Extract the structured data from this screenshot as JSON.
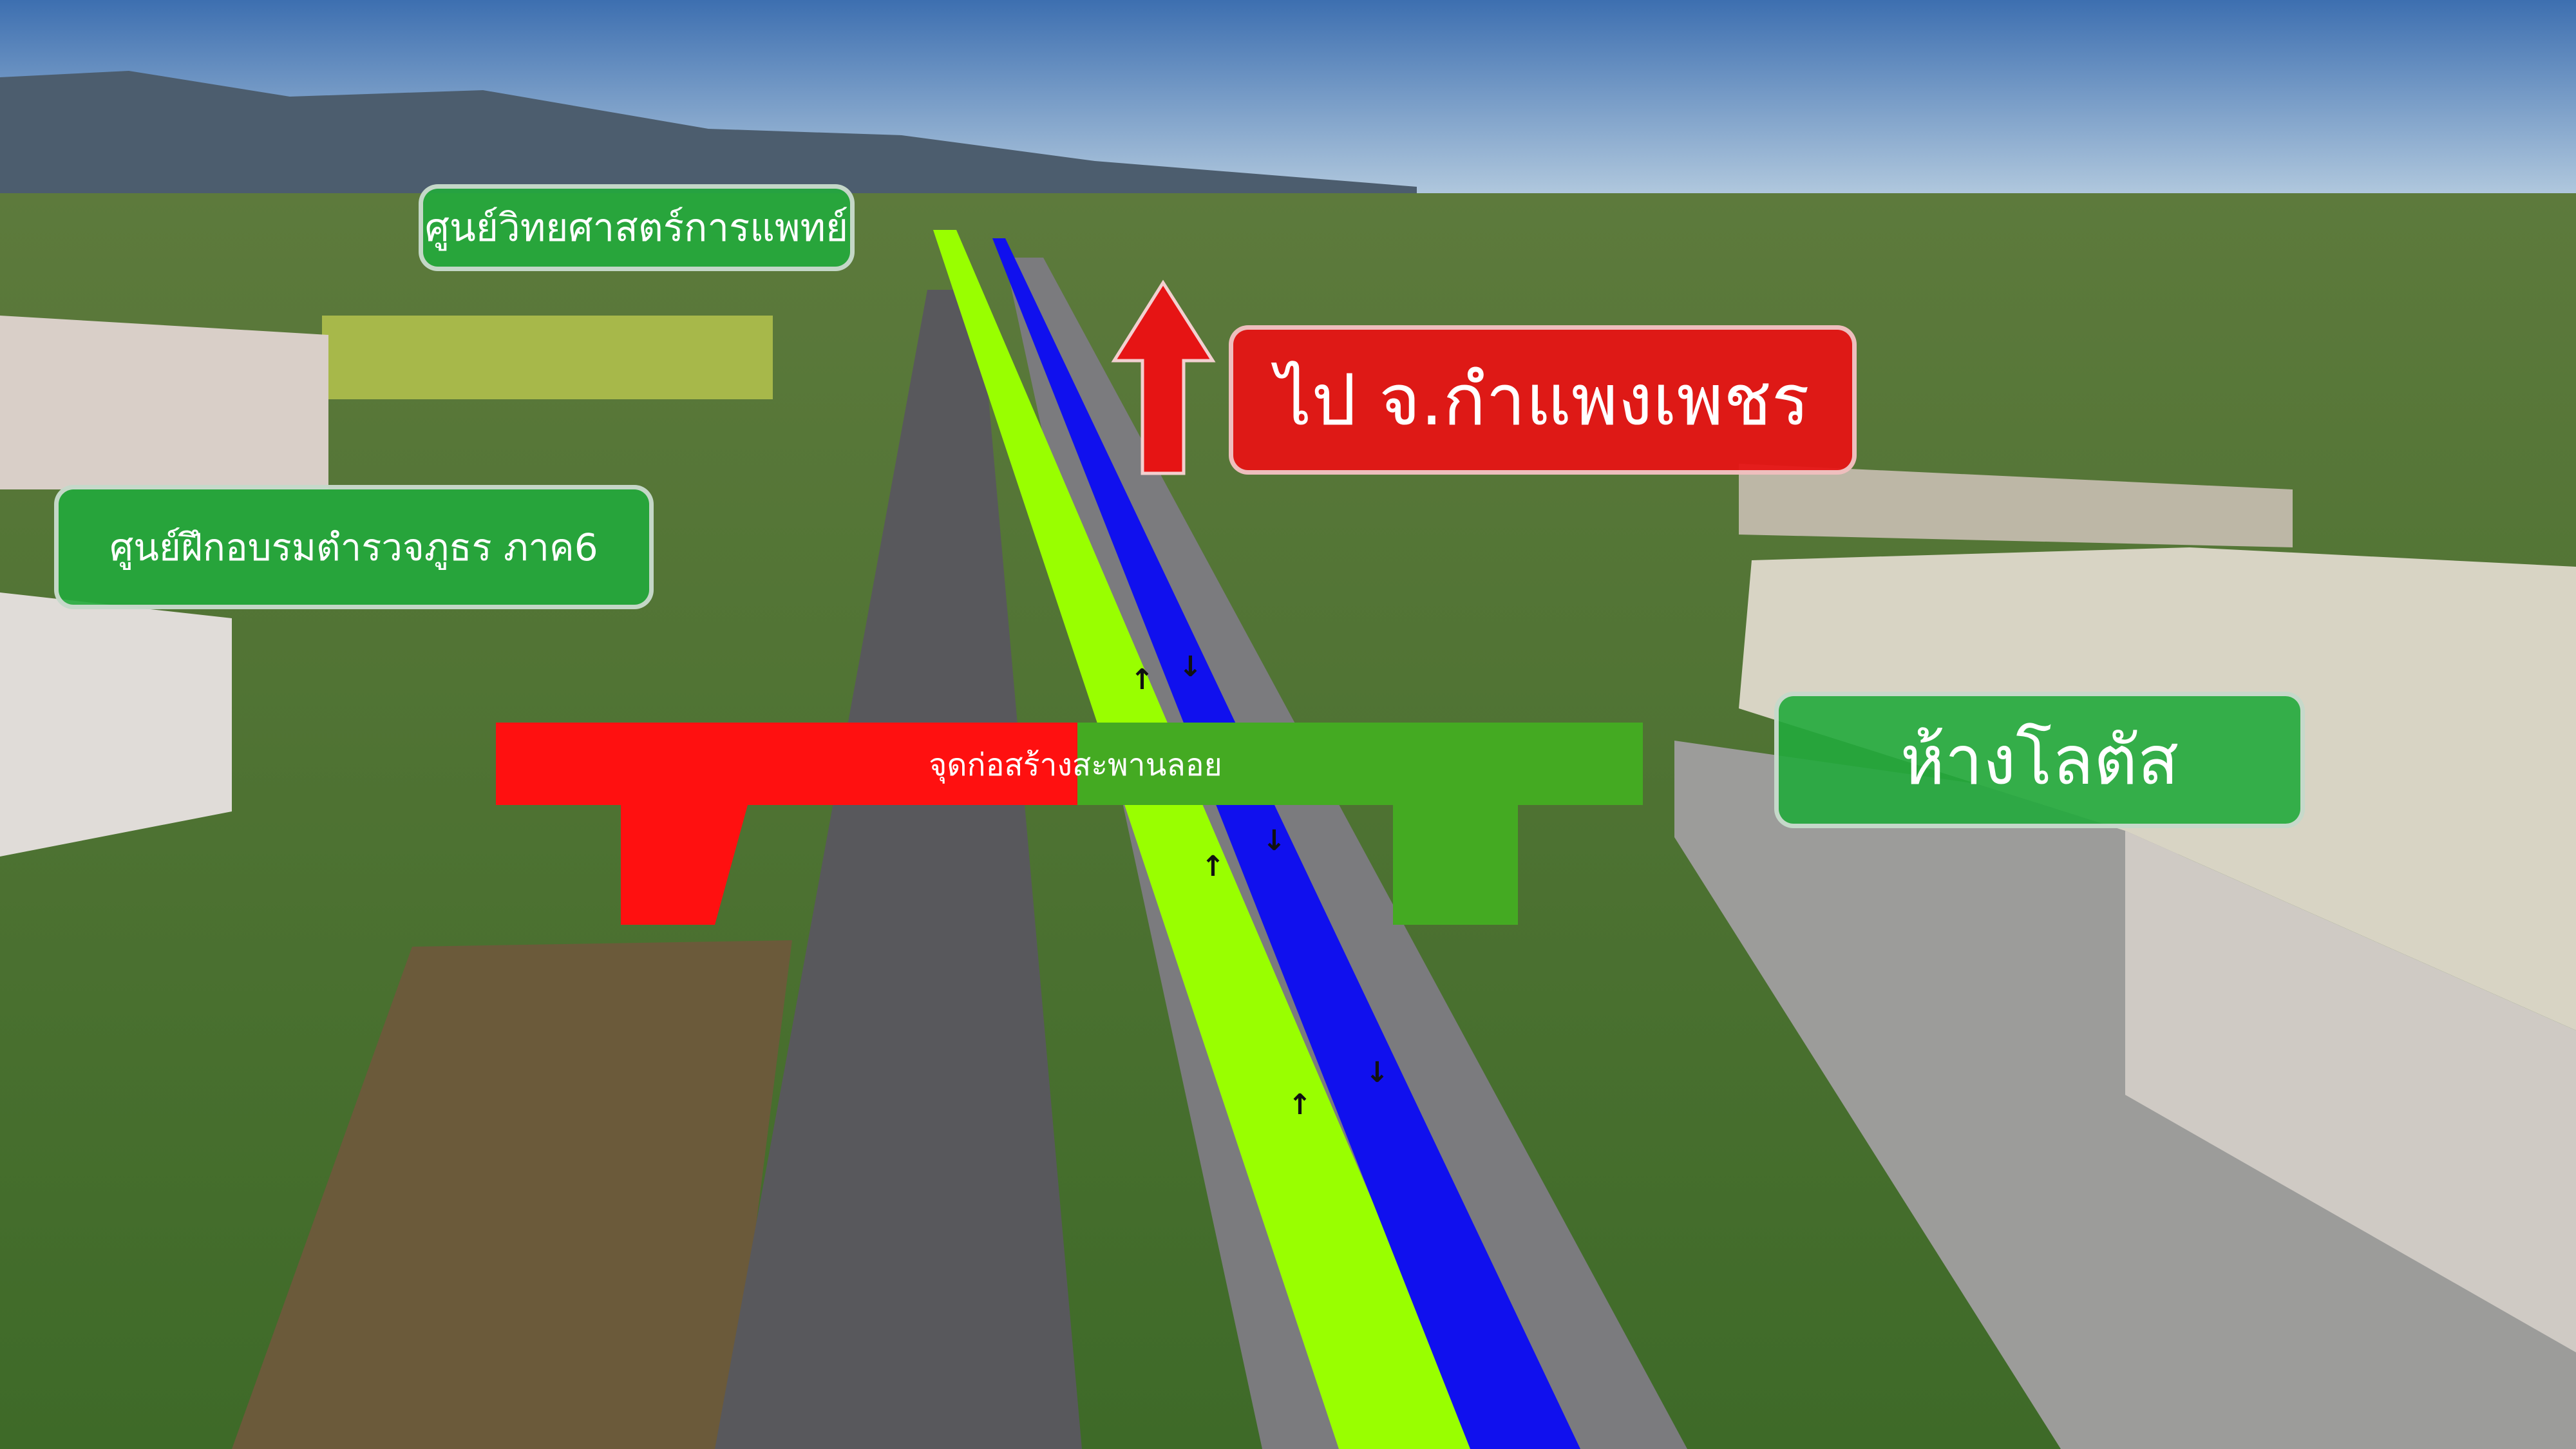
{
  "labels": {
    "science_center": "ศูนย์วิทยศาสตร์การแพทย์",
    "police_training": "ศูนย์ฝึกอบรมตำรวจภูธร ภาค6",
    "to_kamphaeng_phet": "ไป จ.กำแพงเพชร",
    "bridge_construction": "จุดก่อสร้างสะพานลอย",
    "lotus_mall": "ห้างโลตัส"
  },
  "colors": {
    "label_green": "#22aa3c",
    "label_red": "#e61414",
    "lane_green": "#99ff00",
    "lane_blue": "#1010ee",
    "bridge_red": "#ff1010",
    "bridge_green": "#44aa22"
  }
}
